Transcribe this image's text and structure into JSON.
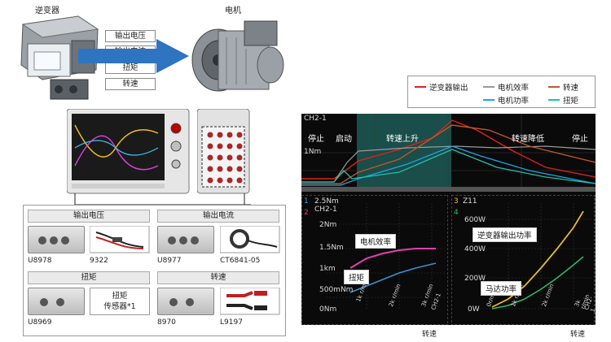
{
  "top": {
    "inverter_label": "逆变器",
    "motor_label": "电机",
    "signals": [
      "输出电压",
      "输出电流",
      "扭矩",
      "转速"
    ]
  },
  "cards": [
    {
      "title": "输出电压",
      "items": [
        "U8978",
        "9322"
      ]
    },
    {
      "title": "输出电流",
      "items": [
        "U8977",
        "CT6841-05"
      ]
    },
    {
      "title": "扭矩",
      "items": [
        "U8969",
        ""
      ],
      "sensor_text": "扭矩\n传感器*1"
    },
    {
      "title": "转速",
      "items": [
        "8970",
        "L9197"
      ]
    }
  ],
  "legend": [
    {
      "label": "逆变器输出",
      "color": "#e02020"
    },
    {
      "label": "电机效率",
      "color": "#9a9a9a"
    },
    {
      "label": "转速",
      "color": "#c0562a"
    },
    {
      "label": "电机功率",
      "color": "#1aa6e8"
    },
    {
      "label": "扭矩",
      "color": "#20c0a8"
    }
  ],
  "scope_top": {
    "channel": "CH2-1",
    "y_label": "1Nm",
    "phases": [
      "停止",
      "启动",
      "转速上升",
      "转速降低",
      "停止"
    ]
  },
  "scope_left": {
    "idx_a": "1",
    "idx_b": "2",
    "channel": "CH2-1",
    "top_val": "2.5Nm",
    "yticks": [
      "2Nm",
      "1.5Nm",
      "1km",
      "500mNm",
      "0Nm"
    ],
    "xticks": [
      "1k r/min",
      "2k r/min",
      "3k r/min"
    ],
    "xend": "CH2-1",
    "callout_eff": "电机效率",
    "callout_torque": "扭矩",
    "xaxis_label": "转速"
  },
  "scope_right": {
    "idx_a": "3",
    "idx_b": "4",
    "channel": "Z11",
    "yticks": [
      "600W",
      "400W",
      "200W",
      "0W"
    ],
    "xticks": [
      "0r/min",
      "1k r/min",
      "2k r/min",
      "3k r/min"
    ],
    "xend": "CH2-1",
    "callout_inv": "逆变器输出功率",
    "callout_motor": "马达功率",
    "xaxis_label": "转速"
  }
}
